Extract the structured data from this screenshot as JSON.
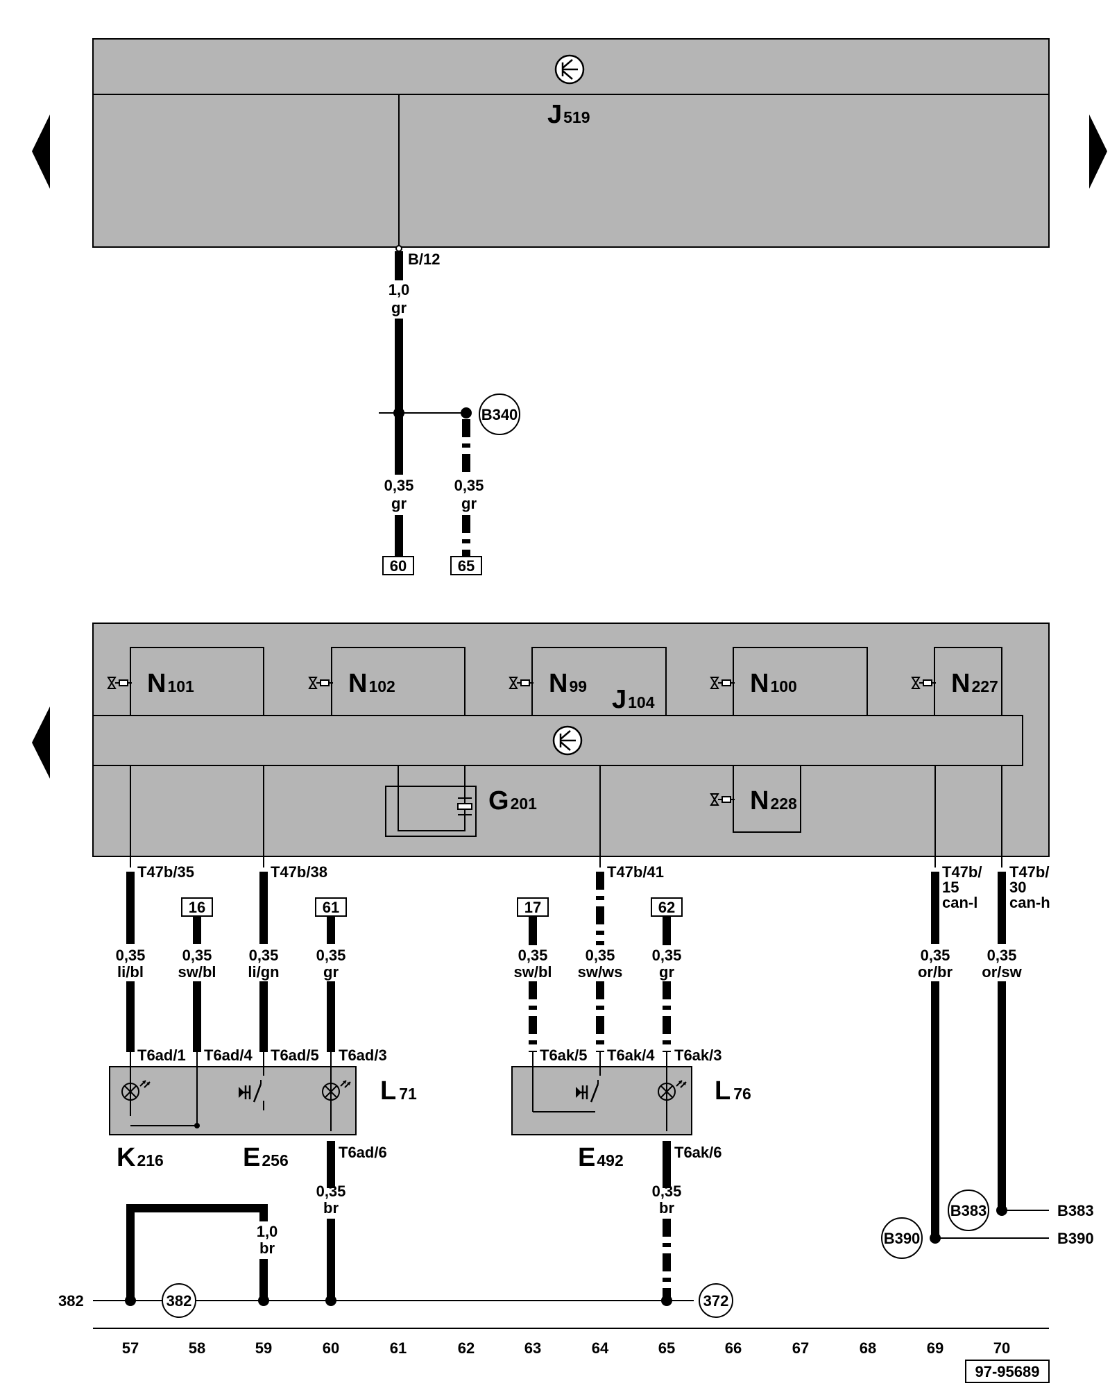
{
  "top_unit": {
    "name": "J",
    "sub": "519",
    "pin": "B/12"
  },
  "top_wires": {
    "main": {
      "size": "1,0",
      "color": "gr"
    },
    "left": {
      "size": "0,35",
      "color": "gr",
      "ref": "60"
    },
    "right": {
      "size": "0,35",
      "color": "gr",
      "ref": "65"
    }
  },
  "b340": "B340",
  "mid_unit": {
    "name": "J",
    "sub": "104",
    "valves": [
      {
        "name": "N",
        "sub": "101"
      },
      {
        "name": "N",
        "sub": "102"
      },
      {
        "name": "N",
        "sub": "99"
      },
      {
        "name": "N",
        "sub": "100"
      },
      {
        "name": "N",
        "sub": "227"
      }
    ],
    "sensor": {
      "name": "G",
      "sub": "201"
    },
    "lower_valve": {
      "name": "N",
      "sub": "228"
    }
  },
  "connectors": {
    "t35": "T47b/35",
    "t38": "T47b/38",
    "t41": "T47b/41",
    "t15": [
      "T47b/",
      "15",
      "can-l"
    ],
    "t30": [
      "T47b/",
      "30",
      "can-h"
    ]
  },
  "refs": {
    "r16": "16",
    "r61": "61",
    "r17": "17",
    "r62": "62"
  },
  "wires": [
    {
      "size": "0,35",
      "color": "li/bl"
    },
    {
      "size": "0,35",
      "color": "sw/bl"
    },
    {
      "size": "0,35",
      "color": "li/gn"
    },
    {
      "size": "0,35",
      "color": "gr"
    },
    {
      "size": "0,35",
      "color": "sw/bl"
    },
    {
      "size": "0,35",
      "color": "sw/ws"
    },
    {
      "size": "0,35",
      "color": "gr"
    },
    {
      "size": "0,35",
      "color": "or/br"
    },
    {
      "size": "0,35",
      "color": "or/sw"
    }
  ],
  "pins_l71": [
    "T6ad/1",
    "T6ad/4",
    "T6ad/5",
    "T6ad/3",
    "T6ad/6"
  ],
  "pins_l76": [
    "T6ak/5",
    "T6ak/4",
    "T6ak/3",
    "T6ak/6"
  ],
  "l71": {
    "name": "L",
    "sub": "71"
  },
  "l76": {
    "name": "L",
    "sub": "76"
  },
  "k216": {
    "name": "K",
    "sub": "216"
  },
  "e256": {
    "name": "E",
    "sub": "256"
  },
  "e492": {
    "name": "E",
    "sub": "492"
  },
  "lower_wires": {
    "l71_out": {
      "size": "0,35",
      "color": "br"
    },
    "l76_out": {
      "size": "0,35",
      "color": "br"
    },
    "jumper": {
      "size": "1,0",
      "color": "br"
    }
  },
  "grounds": {
    "g382": "382",
    "g372": "372",
    "left_label": "382"
  },
  "can": {
    "b383": "B383",
    "b390": "B390",
    "b383_label": "B383",
    "b390_label": "B390"
  },
  "tracks": [
    "57",
    "58",
    "59",
    "60",
    "61",
    "62",
    "63",
    "64",
    "65",
    "66",
    "67",
    "68",
    "69",
    "70"
  ],
  "doc_number": "97-95689",
  "colors": {
    "box_fill": "#b5b5b5",
    "line": "#000000",
    "background": "#ffffff"
  },
  "icons": [
    "nav-left-arrow-icon",
    "nav-right-arrow-icon",
    "control-unit-symbol-icon",
    "solenoid-valve-icon",
    "pressure-sensor-icon",
    "bulb-icon",
    "switch-icon"
  ]
}
